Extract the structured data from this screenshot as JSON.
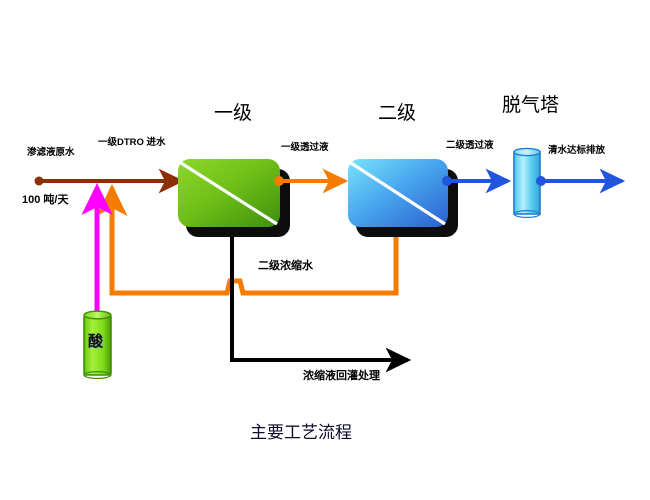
{
  "diagram": {
    "title": "主要工艺流程",
    "background_color": "#ffffff"
  },
  "headings": [
    {
      "id": "stage-one",
      "label": "一级"
    },
    {
      "id": "stage-two",
      "label": "二级"
    },
    {
      "id": "degas-tower",
      "label": "脱气塔"
    }
  ],
  "labels": {
    "raw_water": "渗滤液原水",
    "flow_rate": "100 吨/天",
    "stage1_feed": "一级DTRO 进水",
    "stage1_permeate": "一级透过液",
    "stage2_permeate": "二级透过液",
    "clean_discharge": "清水达标排放",
    "stage2_concentrate": "二级浓缩水",
    "concentrate_return": "浓缩液回灌处理",
    "acid_tank": "酸"
  },
  "colors": {
    "feed_line": "#8c2f06",
    "permeate_orange": "#f57c00",
    "permeate_blue": "#2255dd",
    "acid_dosing": "#ff00ff",
    "concentrate_black": "#000000",
    "stage1_fill_light": "#7ed321",
    "stage1_fill_dark": "#4a9a10",
    "stage2_fill_light": "#5fd8f5",
    "stage2_fill_dark": "#2a5fd0",
    "tower_fill_light": "#8fe8fb",
    "tower_fill_dark": "#2fb7e8",
    "tank_fill_light": "#8ee62a",
    "tank_fill_dark": "#4aa30c"
  },
  "units": [
    {
      "id": "stage-1-membrane",
      "kind": "membrane-unit",
      "fill": "green"
    },
    {
      "id": "stage-2-membrane",
      "kind": "membrane-unit",
      "fill": "blue"
    },
    {
      "id": "degassing-tower",
      "kind": "cylinder",
      "fill": "cyan"
    },
    {
      "id": "acid-tank",
      "kind": "cylinder",
      "fill": "green"
    }
  ]
}
